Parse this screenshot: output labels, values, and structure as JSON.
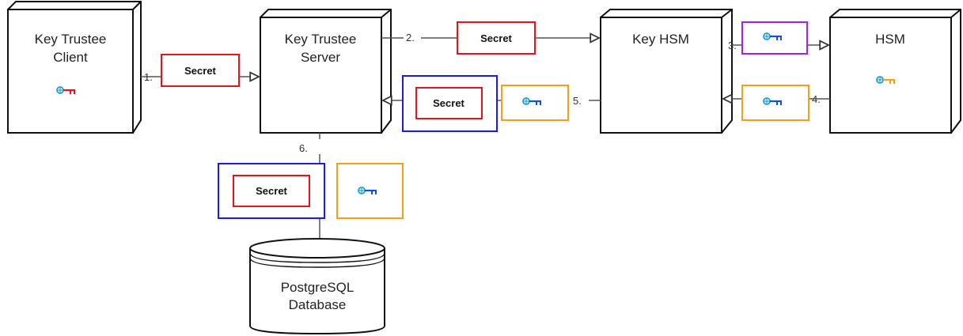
{
  "nodes": {
    "client": {
      "line1": "Key Trustee",
      "line2": "Client"
    },
    "server": {
      "line1": "Key Trustee",
      "line2": "Server"
    },
    "keyhsm": {
      "line1": "Key HSM"
    },
    "hsm": {
      "line1": "HSM"
    },
    "database": {
      "line1": "PostgreSQL",
      "line2": "Database"
    }
  },
  "steps": {
    "s1": "1.",
    "s2": "2.",
    "s3": "3.",
    "s4": "4.",
    "s5": "5.",
    "s6": "6."
  },
  "secret_label": "Secret",
  "colors": {
    "red": "#e8121c",
    "blue": "#1a1ae8",
    "orange": "#f5a01a",
    "purple": "#a020f0",
    "key_blue": "#1a4ee0",
    "key_ring": "#22a0d0",
    "line": "#555555"
  },
  "icons": {
    "client_key": "key-icon-red",
    "hsm_key": "key-icon-orange",
    "wrapped_key": "key-icon-blue"
  }
}
